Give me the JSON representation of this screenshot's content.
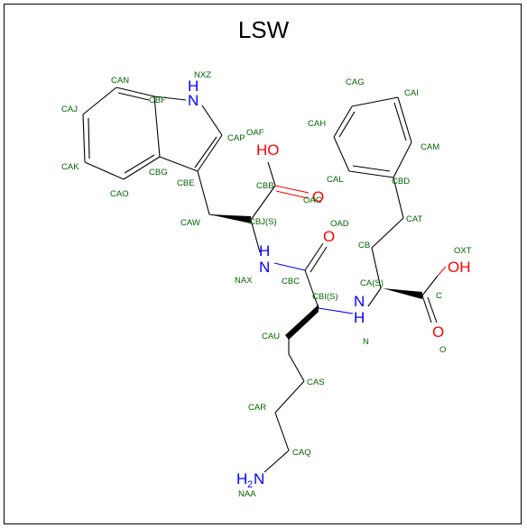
{
  "title": "LSW",
  "atom_labels": {
    "NXZ": "NXZ",
    "CAN": "CAN",
    "CAJ": "CAJ",
    "CBF": "CBF",
    "CAK": "CAK",
    "CBG": "CBG",
    "CAO": "CAO",
    "CBE": "CBE",
    "CAP": "CAP",
    "OAF": "OAF",
    "CBB": "CBB",
    "OAC": "OAC",
    "CAW": "CAW",
    "CBJ": "CBJ(S)",
    "NAX": "NAX",
    "OAD": "OAD",
    "CBC": "CBC",
    "CBI": "CBI(S)",
    "CAU": "CAU",
    "CAS": "CAS",
    "CAR": "CAR",
    "CAQ": "CAQ",
    "NAA": "NAA",
    "CAG": "CAG",
    "CAI": "CAI",
    "CAH": "CAH",
    "CAM": "CAM",
    "CAL": "CAL",
    "CBD": "CBD",
    "CAT": "CAT",
    "CB": "CB",
    "OXT": "OXT",
    "CA": "CA(S)",
    "C": "C",
    "O": "O",
    "N": "N"
  },
  "hetero_atoms": {
    "indole_nh": "H\nN",
    "acid1_oh": "HO",
    "acid1_o": "O",
    "amide_nh": "H\nN",
    "amide_o": "O",
    "amine_nh2": "H2N",
    "peptide_nh": "H\nN",
    "acid2_oh": "OH",
    "acid2_o": "O"
  }
}
